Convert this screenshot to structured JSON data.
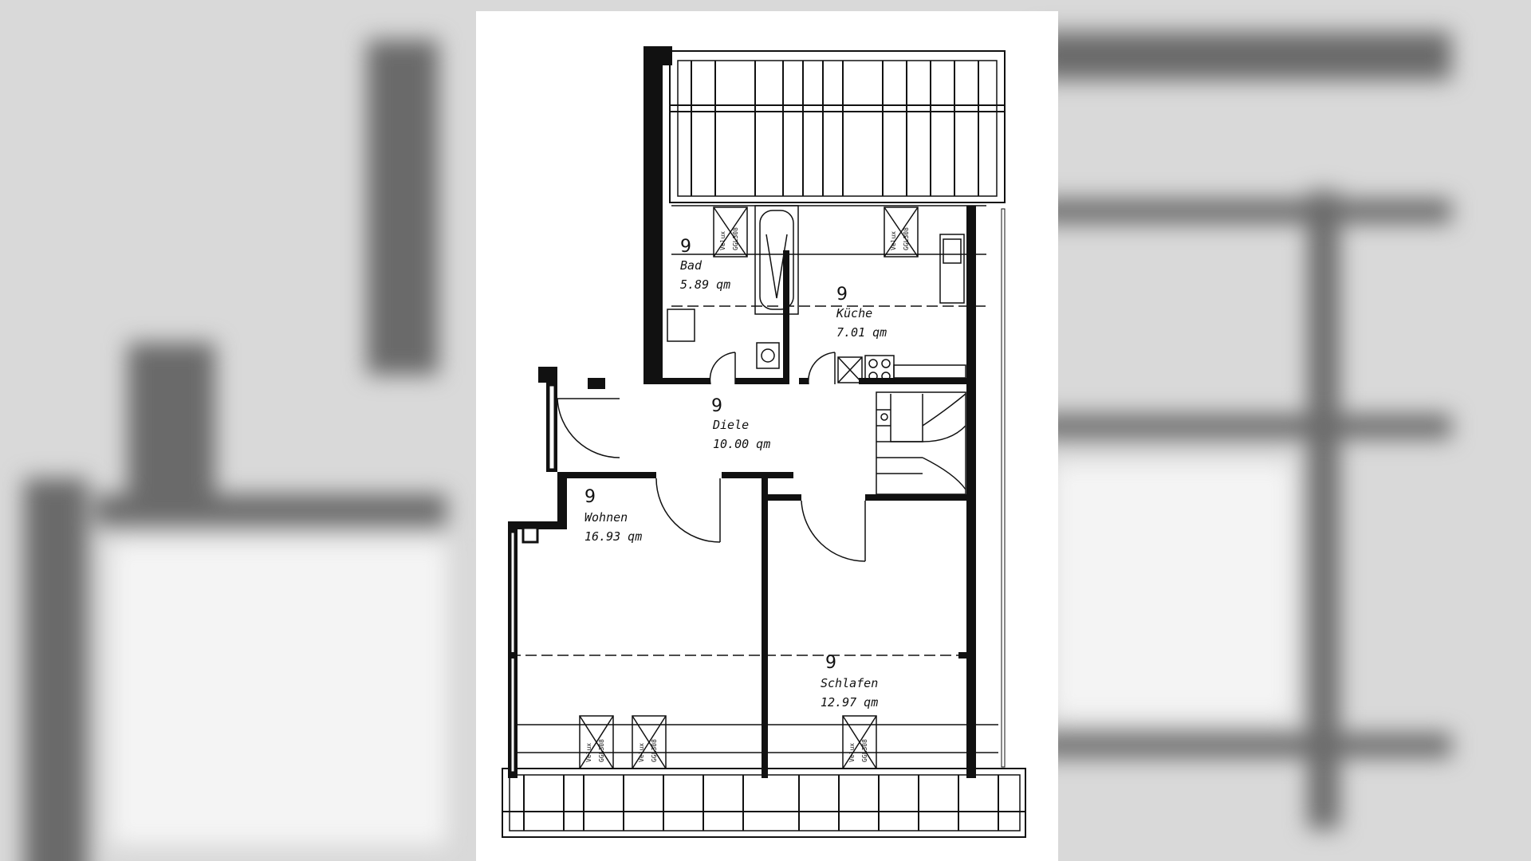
{
  "plan": {
    "rooms": [
      {
        "id": "bad",
        "level": "9",
        "name": "Bad",
        "area": "5.89 qm"
      },
      {
        "id": "kueche",
        "level": "9",
        "name": "Küche",
        "area": "7.01 qm"
      },
      {
        "id": "diele",
        "level": "9",
        "name": "Diele",
        "area": "10.00 qm"
      },
      {
        "id": "wohnen",
        "level": "9",
        "name": "Wohnen",
        "area": "16.93 qm"
      },
      {
        "id": "schlafen",
        "level": "9",
        "name": "Schlafen",
        "area": "12.97 qm"
      }
    ],
    "skylights": [
      {
        "id": "bad",
        "line1": "Velux",
        "line2": "GGL308"
      },
      {
        "id": "kueche",
        "line1": "Velux",
        "line2": "GGL308"
      },
      {
        "id": "wohnen-1",
        "line1": "Velux",
        "line2": "GGL308"
      },
      {
        "id": "wohnen-2",
        "line1": "Velux",
        "line2": "GGL308"
      },
      {
        "id": "schlafen",
        "line1": "Velux",
        "line2": "GGL308"
      }
    ]
  }
}
